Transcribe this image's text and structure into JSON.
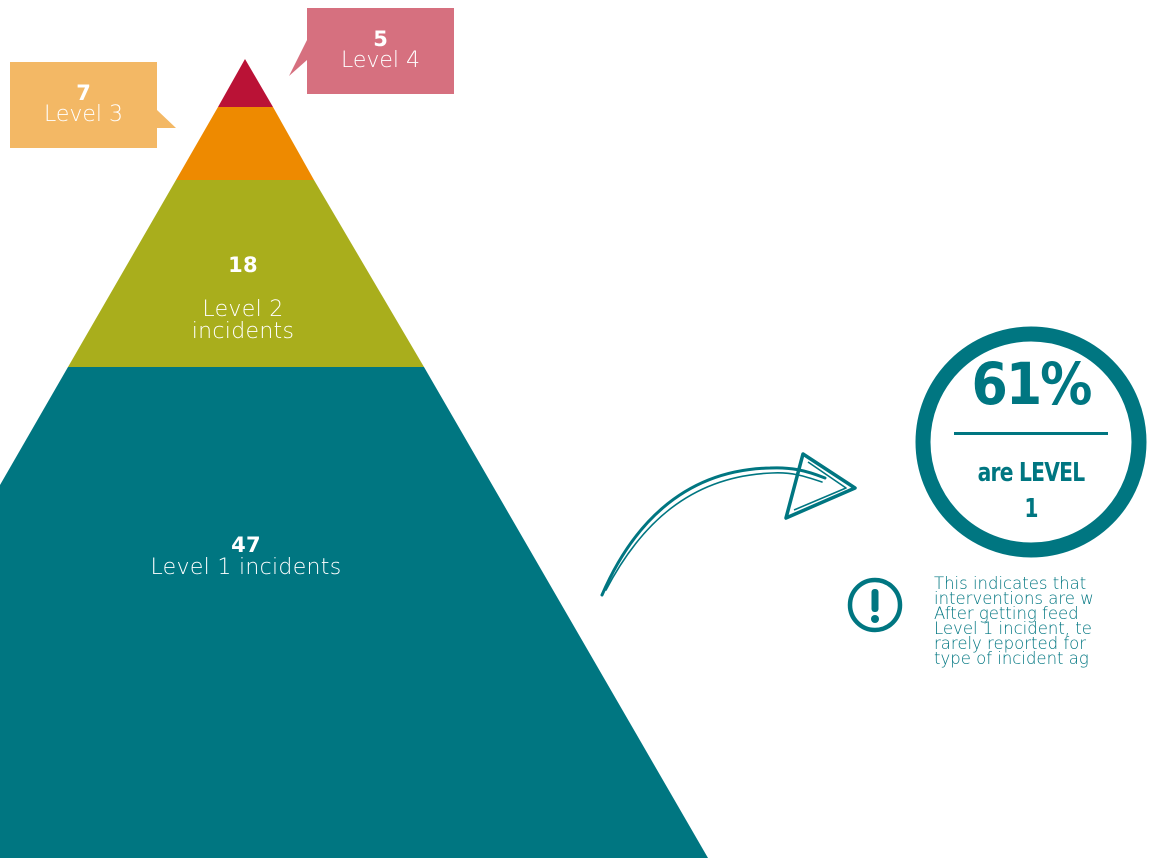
{
  "colors": {
    "level1": "#007681",
    "level2": "#A9AE1C",
    "level3": "#EE8A00",
    "level4": "#BA1236",
    "callout_level3": "#F3B865",
    "callout_level4": "#D6707F",
    "accent": "#007681"
  },
  "pyramid": {
    "level1": {
      "count": "47",
      "label": "Level 1 incidents"
    },
    "level2": {
      "count": "18",
      "label": "Level 2\nincidents"
    },
    "level3": {
      "count": "7",
      "label": "Level 3"
    },
    "level4": {
      "count": "5",
      "label": "Level 4"
    }
  },
  "stat": {
    "percent": "61%",
    "caption": "are LEVEL 1"
  },
  "note": {
    "icon": "exclamation-icon",
    "text": "This indicates that\ninterventions are w\nAfter getting feed\nLevel 1 incident, te\nrarely reported for\ntype of incident ag"
  }
}
